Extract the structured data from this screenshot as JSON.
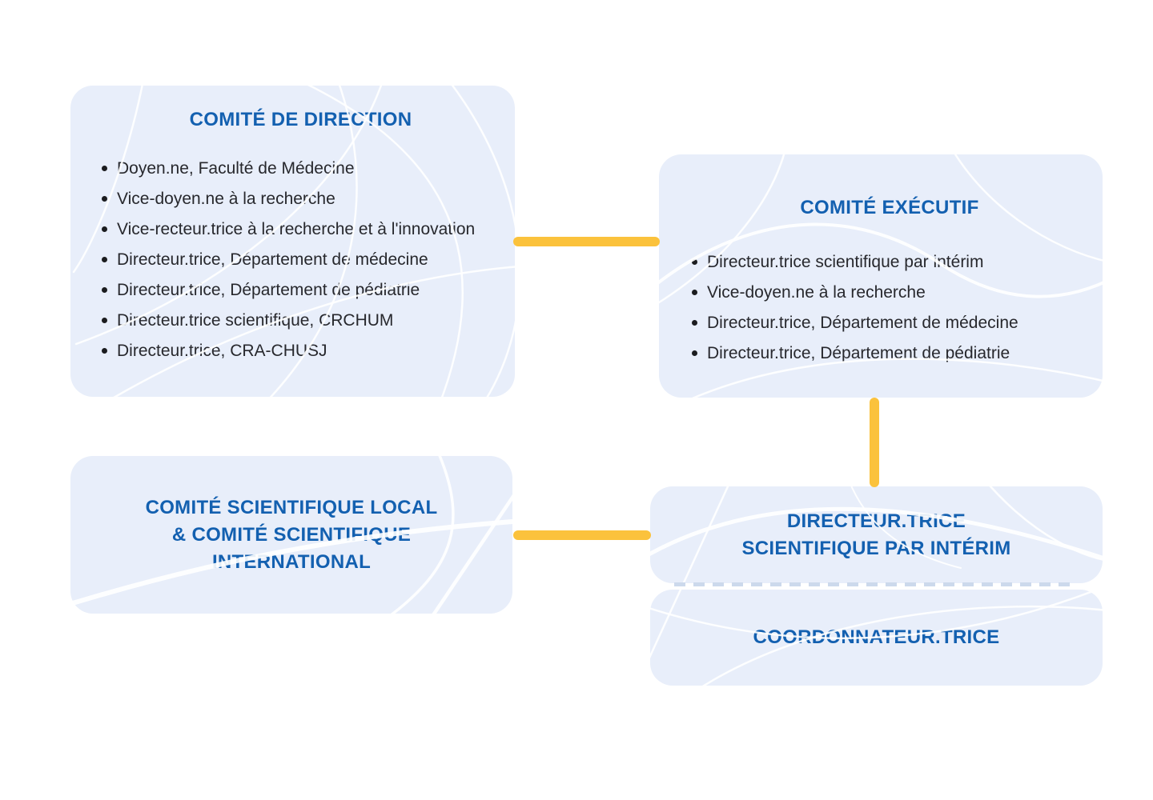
{
  "colors": {
    "page_bg": "#ffffff",
    "box_fill": "#e8eefa",
    "heading_blue": "#1360b0",
    "body_text": "#27282d",
    "connector_yellow": "#fbc23c",
    "dashed_divider": "#ccd9ec"
  },
  "diagram": {
    "direction": {
      "title": "COMITÉ DE DIRECTION",
      "items": [
        "Doyen.ne, Faculté de Médecine",
        "Vice-doyen.ne à la recherche",
        "Vice-recteur.trice à la recherche et à l'innovation",
        "Directeur.trice, Département de médecine",
        "Directeur.trice, Département de pédiatrie",
        "Directeur.trice scientifique, CRCHUM",
        "Directeur.trice, CRA-CHUSJ"
      ]
    },
    "executif": {
      "title": "COMITÉ EXÉCUTIF",
      "items": [
        "Directeur.trice scientifique par intérim",
        "Vice-doyen.ne à la recherche",
        "Directeur.trice, Département de médecine",
        "Directeur.trice, Département de pédiatrie"
      ]
    },
    "scientifique": {
      "lines": [
        "COMITÉ SCIENTIFIQUE LOCAL",
        "& COMITÉ SCIENTIFIQUE",
        "INTERNATIONAL"
      ]
    },
    "directeur": {
      "lines": [
        "DIRECTEUR.TRICE",
        "SCIENTIFIQUE PAR INTÉRIM"
      ]
    },
    "coordonnateur": {
      "title": "COORDONNATEUR.TRICE"
    }
  }
}
